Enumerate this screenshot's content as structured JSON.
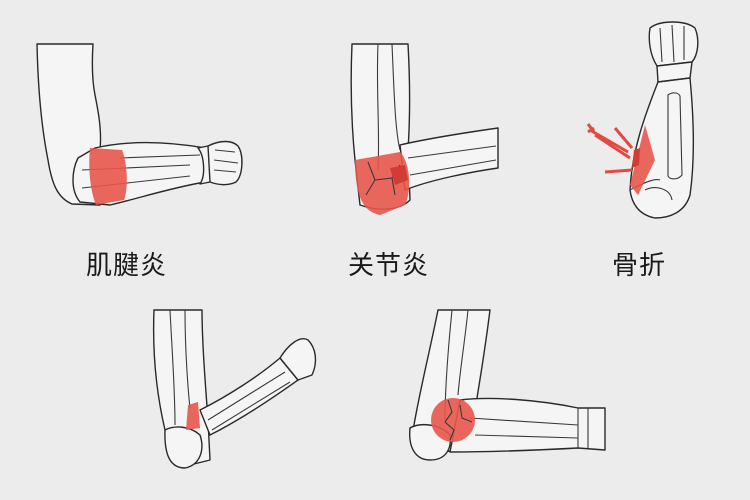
{
  "title": "Elbow conditions illustration",
  "colors": {
    "background": "#ececec",
    "highlight": "#e8564c",
    "outline": "#2a2a2a",
    "label_text": "#1a1a1a"
  },
  "panels": [
    {
      "id": "tendinitis",
      "label": "肌腱炎",
      "highlight": "forearm-band"
    },
    {
      "id": "arthritis",
      "label": "关节炎",
      "highlight": "elbow-joint"
    },
    {
      "id": "fracture",
      "label": "骨折",
      "highlight": "elbow-fracture-arrows"
    },
    {
      "id": "bottom-left",
      "label": "",
      "highlight": "inner-elbow"
    },
    {
      "id": "bottom-right",
      "label": "",
      "highlight": "elbow-circle-fracture"
    }
  ]
}
